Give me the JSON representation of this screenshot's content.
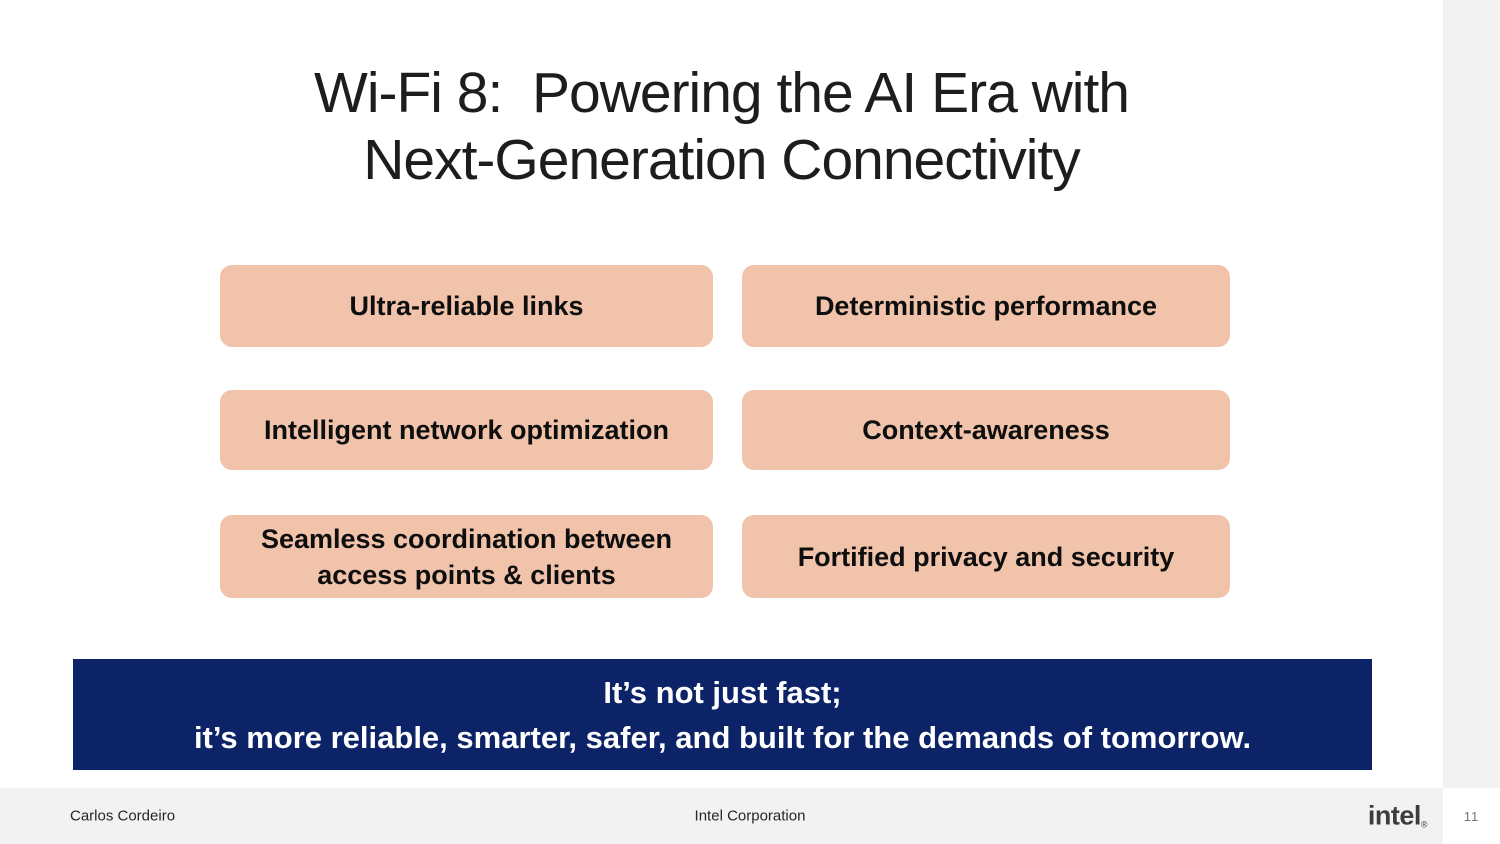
{
  "slide": {
    "title": {
      "line1": "Wi-Fi 8:  Powering the AI Era with",
      "line2": "Next-Generation Connectivity"
    },
    "features": [
      {
        "label": "Ultra-reliable links"
      },
      {
        "label": "Deterministic performance"
      },
      {
        "label": "Intelligent network optimization"
      },
      {
        "label": "Context-awareness"
      },
      {
        "label": "Seamless coordination between access points & clients"
      },
      {
        "label": "Fortified privacy and security"
      }
    ],
    "banner": {
      "line1": "It’s not just fast;",
      "line2": "it’s more reliable, smarter, safer, and built for the demands of tomorrow."
    }
  },
  "footer": {
    "author": "Carlos Cordeiro",
    "company": "Intel Corporation",
    "logo_text": "intel",
    "logo_registered": "®"
  },
  "page": {
    "number": "11"
  },
  "colors": {
    "feature_box_bg": "#F0C3AA",
    "banner_bg": "#0D2367",
    "banner_text": "#ffffff",
    "footer_bg": "#F2F2F2",
    "slide_bg": "#ffffff",
    "title_text": "#1d1d1d"
  }
}
